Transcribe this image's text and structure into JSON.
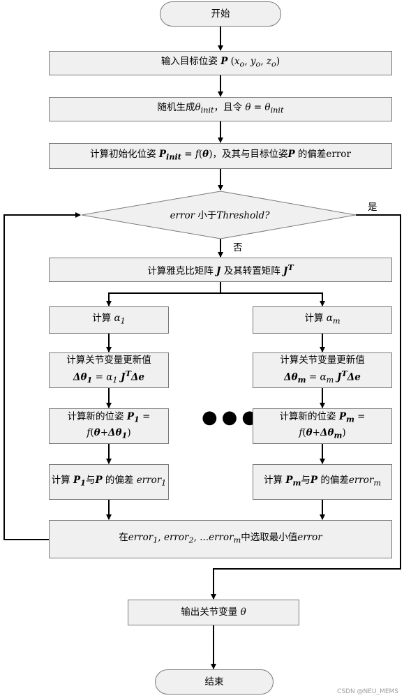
{
  "nodes": {
    "start": "开始",
    "input_pose": [
      "输入目标位姿 ",
      "P",
      " (",
      "x",
      "o",
      ", ",
      "y",
      "o",
      ", ",
      "z",
      "o",
      ")"
    ],
    "random_init": [
      "随机生成",
      "θ",
      "init",
      "，且令 ",
      "θ",
      " = ",
      "θ",
      "init"
    ],
    "compute_initial": [
      "计算初始化位姿 ",
      "P",
      "init",
      " = ",
      "f",
      "(",
      "θ",
      ")",
      "，及其与目标位姿",
      "P",
      " 的偏差error"
    ],
    "decision": [
      "error",
      " 小于",
      "Threshold?"
    ],
    "jacobian": [
      "计算雅克比矩阵 ",
      "J",
      " 及其转置矩阵 ",
      "J",
      "T"
    ],
    "alpha1": [
      "计算 ",
      "α",
      "1"
    ],
    "alpham": [
      "计算 ",
      "α",
      "m"
    ],
    "update1_line1": "计算关节变量更新值",
    "update1_line2": [
      "Δθ",
      "1",
      " = ",
      "α",
      "1",
      " J",
      "T",
      "Δe"
    ],
    "updatem_line1": "计算关节变量更新值",
    "updatem_line2": [
      "Δθ",
      "m",
      " = ",
      "α",
      "m",
      " J",
      "T",
      "Δe"
    ],
    "newpose1_line1": [
      "计算新的位姿 ",
      "P",
      "1",
      " ="
    ],
    "newpose1_line2": [
      "f",
      "(",
      "θ",
      "+",
      "Δθ",
      "1",
      ")"
    ],
    "newposem_line1": [
      "计算新的位姿 ",
      "P",
      "m",
      " ="
    ],
    "newposem_line2": [
      "f",
      "(",
      "θ",
      "+",
      "Δθ",
      "m",
      ")"
    ],
    "error1": [
      "计算 ",
      "P",
      "1",
      "与",
      "P",
      " 的偏差 ",
      "error",
      "1"
    ],
    "errorm": [
      "计算 ",
      "P",
      "m",
      "与",
      "P",
      " 的偏差",
      "error",
      "m"
    ],
    "select_min": [
      "在",
      "error",
      "1",
      ", ",
      "error",
      "2",
      ", ...",
      "error",
      "m",
      "中选取最小值",
      "error"
    ],
    "output": [
      "输出关节变量 ",
      "θ"
    ],
    "end": "结束"
  },
  "labels": {
    "yes": "是",
    "no": "否",
    "ellipsis": "●●●"
  },
  "watermark": "CSDN @NEU_MEMS"
}
